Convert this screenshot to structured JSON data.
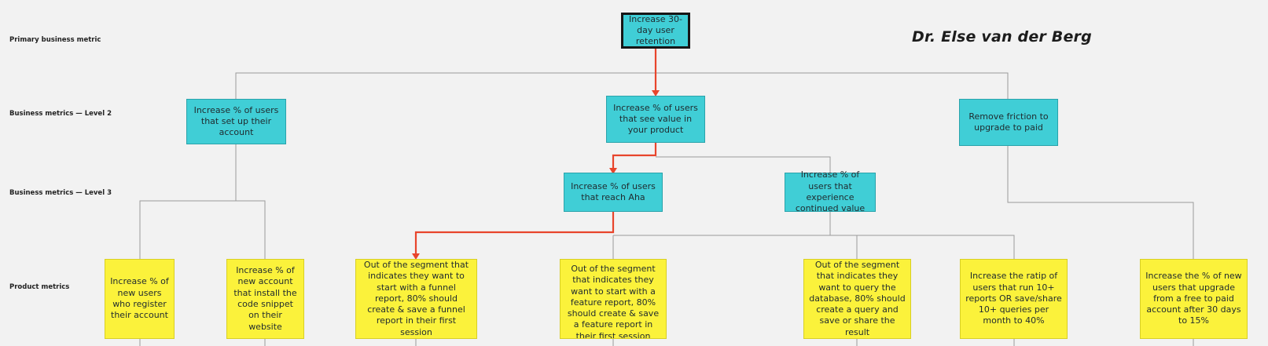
{
  "author": "Dr. Else van der Berg",
  "row_labels": {
    "primary": "Primary business metric",
    "level2": "Business metrics — Level 2",
    "level3": "Business metrics — Level 3",
    "product": "Product metrics"
  },
  "nodes": {
    "root": "Increase 30-day user retention",
    "l2_setup": "Increase % of users that set up their account",
    "l2_value": "Increase % of users that see value in your product",
    "l2_friction": "Remove friction to upgrade to paid",
    "l3_aha": "Increase % of users that reach Aha",
    "l3_continued": "Increase % of users that experience continued value",
    "p_register": "Increase % of new users who register their account",
    "p_snippet": "Increase % of new account that install the code snippet on their website",
    "p_funnel": "Out of the segment that indicates they want to start with a funnel report, 80% should create & save a funnel report in their first session",
    "p_feature": "Out of the segment that indicates they want to start with a feature report, 80% should create & save a feature report in their first session",
    "p_query": "Out of the segment that indicates they want to query the database, 80% should create a query and save or share the result",
    "p_ratio": "Increase the ratip of users that run 10+ reports OR  save/share 10+ queries per month to 40%",
    "p_upgrade": "Increase the % of new users that upgrade from a free to paid account after 30 days to 15%"
  },
  "colors": {
    "teal": "#40ced6",
    "sticky_yellow": "#fbf23b",
    "highlight_path": "#e8452c",
    "connector": "#8a8a8a"
  }
}
